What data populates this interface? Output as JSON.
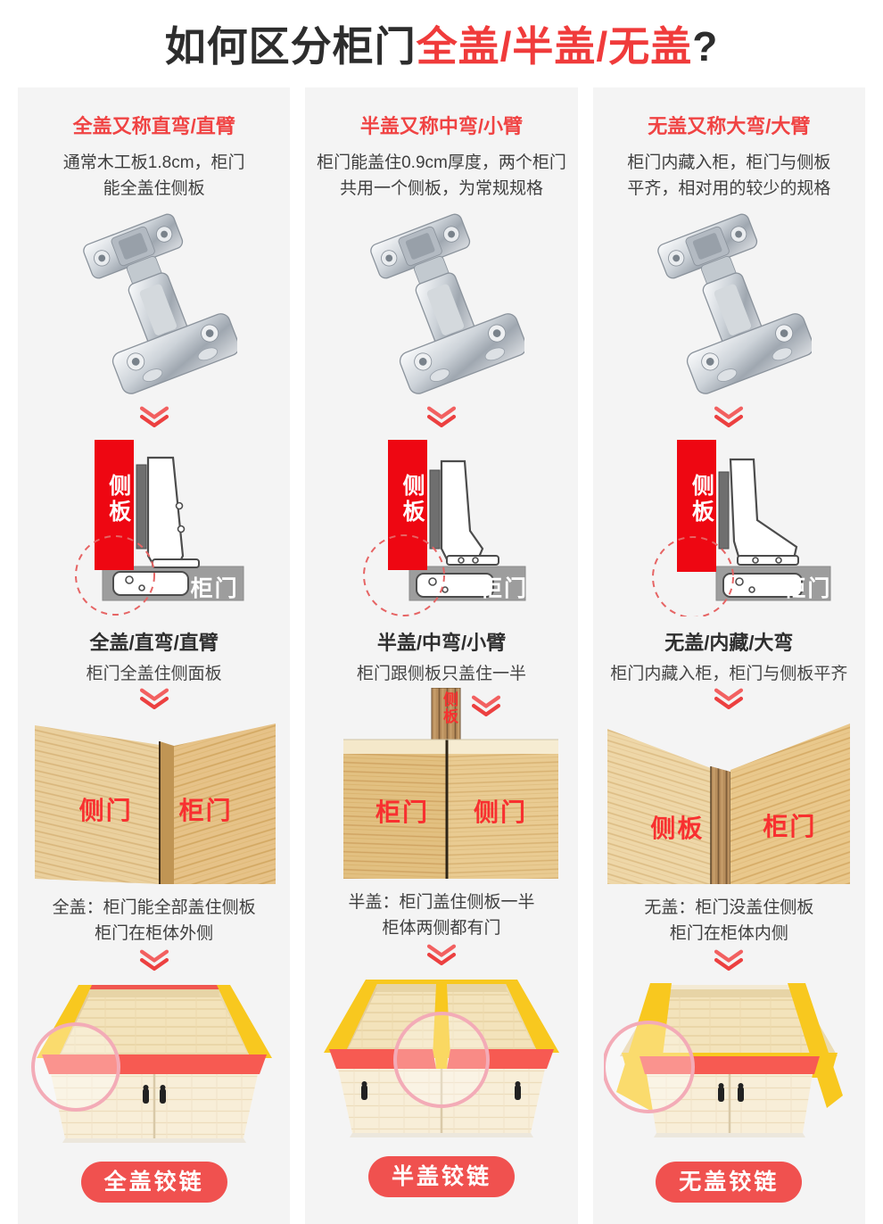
{
  "page": {
    "title_prefix": "如何区分柜门",
    "title_highlight": "全盖/半盖/无盖",
    "title_suffix": "?"
  },
  "colors": {
    "accent_red": "#f04343",
    "diagram_red": "#ee0712",
    "diagram_gray": "#9d9d9d",
    "button_red": "#f0514f",
    "highlight_yellow": "#f8c81f",
    "highlight_red": "#f75a52",
    "panel_bg": "#f4f4f4"
  },
  "columns": [
    {
      "header_title": "全盖又称直弯/直臂",
      "desc_line1": "通常木工板1.8cm，柜门",
      "desc_line2": "能全盖住侧板",
      "diagram": {
        "side_panel_label": "侧板",
        "door_label": "柜门"
      },
      "mid_title": "全盖/直弯/直臂",
      "mid_desc": "柜门全盖住侧面板",
      "wood_left_label": "侧门",
      "wood_right_label": "柜门",
      "bottom_line1": "全盖：柜门能全部盖住侧板",
      "bottom_line2": "柜门在柜体外侧",
      "button_label": "全盖铰链"
    },
    {
      "header_title": "半盖又称中弯/小臂",
      "desc_line1": "柜门能盖住0.9cm厚度，两个柜门",
      "desc_line2": "共用一个侧板，为常规规格",
      "diagram": {
        "side_panel_label": "侧板",
        "door_label": "柜门"
      },
      "mid_title": "半盖/中弯/小臂",
      "mid_desc": "柜门跟侧板只盖住一半",
      "wood_top_label": "侧板",
      "wood_left_label": "柜门",
      "wood_right_label": "侧门",
      "bottom_line1": "半盖：柜门盖住侧板一半",
      "bottom_line2": "柜体两侧都有门",
      "button_label": "半盖铰链"
    },
    {
      "header_title": "无盖又称大弯/大臂",
      "desc_line1": "柜门内藏入柜，柜门与侧板",
      "desc_line2": "平齐，相对用的较少的规格",
      "diagram": {
        "side_panel_label": "侧板",
        "door_label": "柜门"
      },
      "mid_title": "无盖/内藏/大弯",
      "mid_desc": "柜门内藏入柜，柜门与侧板平齐",
      "wood_left_label": "侧板",
      "wood_right_label": "柜门",
      "bottom_line1": "无盖：柜门没盖住侧板",
      "bottom_line2": "柜门在柜体内侧",
      "button_label": "无盖铰链"
    }
  ]
}
